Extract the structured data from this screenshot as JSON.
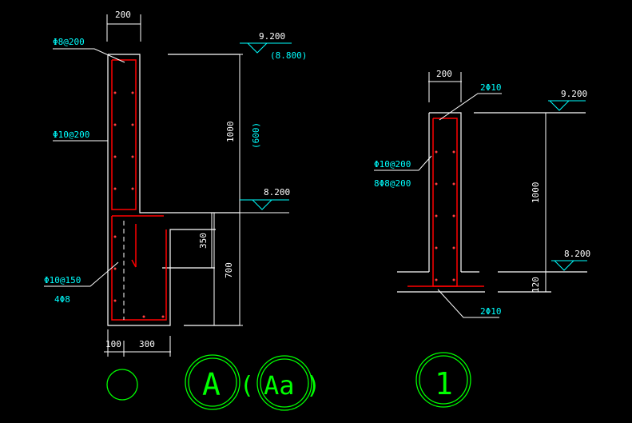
{
  "colors": {
    "background": "#000000",
    "outline": "#ffffff",
    "rebar": "#ff0000",
    "annotation": "#00ffff",
    "dimension_text": "#ffffff",
    "level_text": "#ffffff",
    "bubble": "#00ff00"
  },
  "section_a": {
    "dims": {
      "top_width": "200",
      "height": "1000",
      "height_alt": "(600)",
      "step": "350",
      "lower": "700",
      "bottom_left": "100",
      "bottom_right": "300"
    },
    "levels": {
      "top": "9.200",
      "top_alt": "(8.800)",
      "mid": "8.200"
    },
    "rebar_labels": {
      "top": "Φ8@200",
      "vertical": "Φ10@200",
      "lower_stirrup": "Φ10@150",
      "lower_bars": "4Φ8"
    }
  },
  "section_1": {
    "dims": {
      "top_width": "200",
      "height": "1000",
      "bottom": "120"
    },
    "levels": {
      "top": "9.200",
      "bottom": "8.200"
    },
    "rebar_labels": {
      "top": "2Φ10",
      "vertical": "Φ10@200",
      "horizontal": "8Φ8@200",
      "bottom": "2Φ10"
    }
  },
  "bubbles": {
    "a_label": "A",
    "a_open": "(",
    "aa_label": "Aa",
    "a_close": ")",
    "one_label": "1"
  }
}
